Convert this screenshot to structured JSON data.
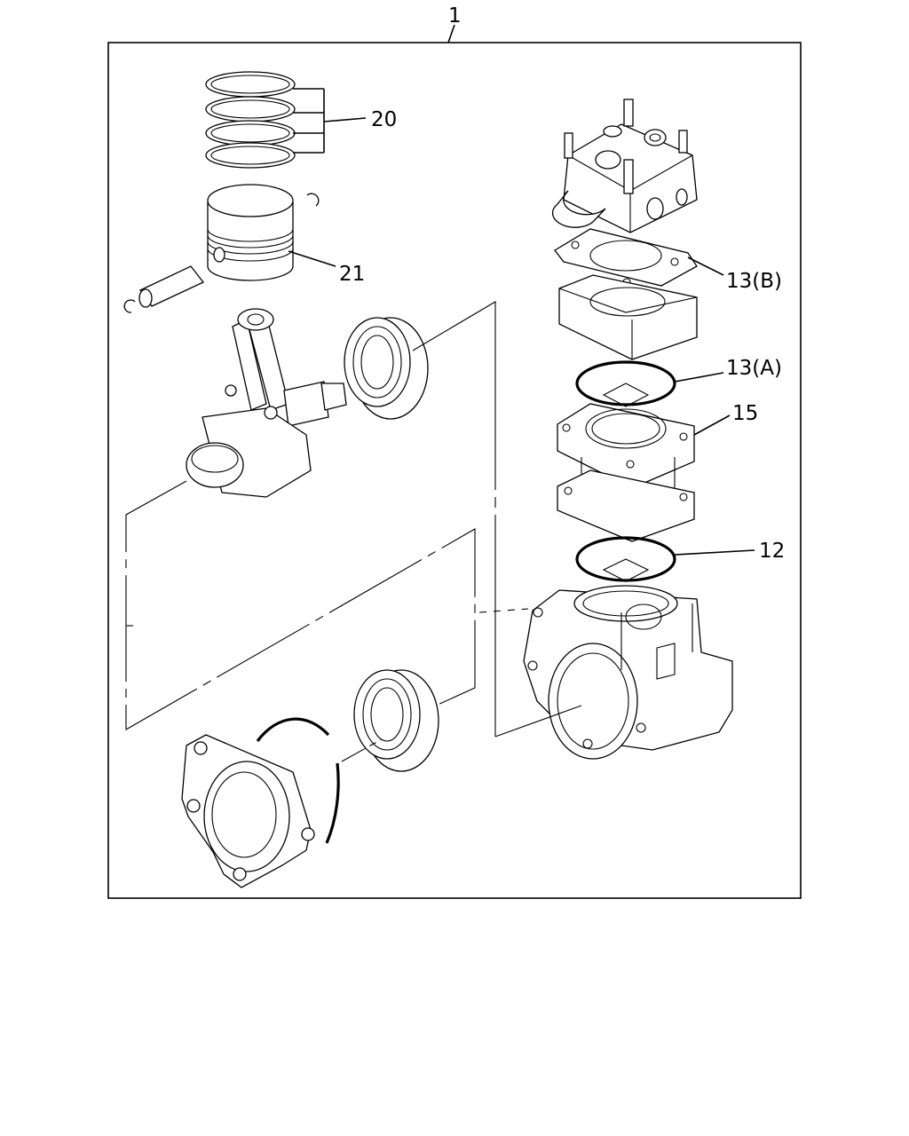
{
  "callouts": {
    "kit": "1",
    "piston_rings": "20",
    "piston": "21",
    "gasket_b": "13(B)",
    "gasket_a": "13(A)",
    "cylinder_liner": "15",
    "o_ring": "12"
  }
}
